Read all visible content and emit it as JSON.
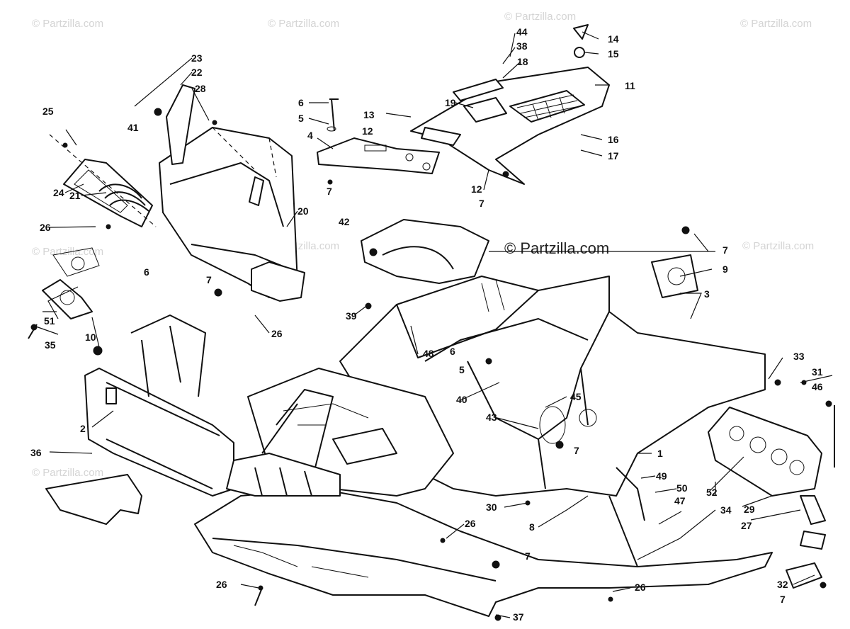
{
  "watermarks": {
    "main": "© Partzilla.com",
    "repeat": "© Partzilla.com"
  },
  "callouts": {
    "c1": "1",
    "c2": "2",
    "c3": "3",
    "c4": "4",
    "c5": "5",
    "c6": "6",
    "c7": "7",
    "c8": "8",
    "c9": "9",
    "c10": "10",
    "c11": "11",
    "c12": "12",
    "c13": "13",
    "c14": "14",
    "c15": "15",
    "c16": "16",
    "c17": "17",
    "c18": "18",
    "c19": "19",
    "c20": "20",
    "c21": "21",
    "c22": "22",
    "c23": "23",
    "c24": "24",
    "c25": "25",
    "c26": "26",
    "c27": "27",
    "c28": "28",
    "c29": "29",
    "c30": "30",
    "c31": "31",
    "c32": "32",
    "c33": "33",
    "c34": "34",
    "c35": "35",
    "c36": "36",
    "c37": "37",
    "c38": "38",
    "c39": "39",
    "c40": "40",
    "c41": "41",
    "c42": "42",
    "c43": "43",
    "c44": "44",
    "c45": "45",
    "c46": "46",
    "c47": "47",
    "c48": "48",
    "c49": "49",
    "c50": "50",
    "c51": "51",
    "c52": "52"
  }
}
